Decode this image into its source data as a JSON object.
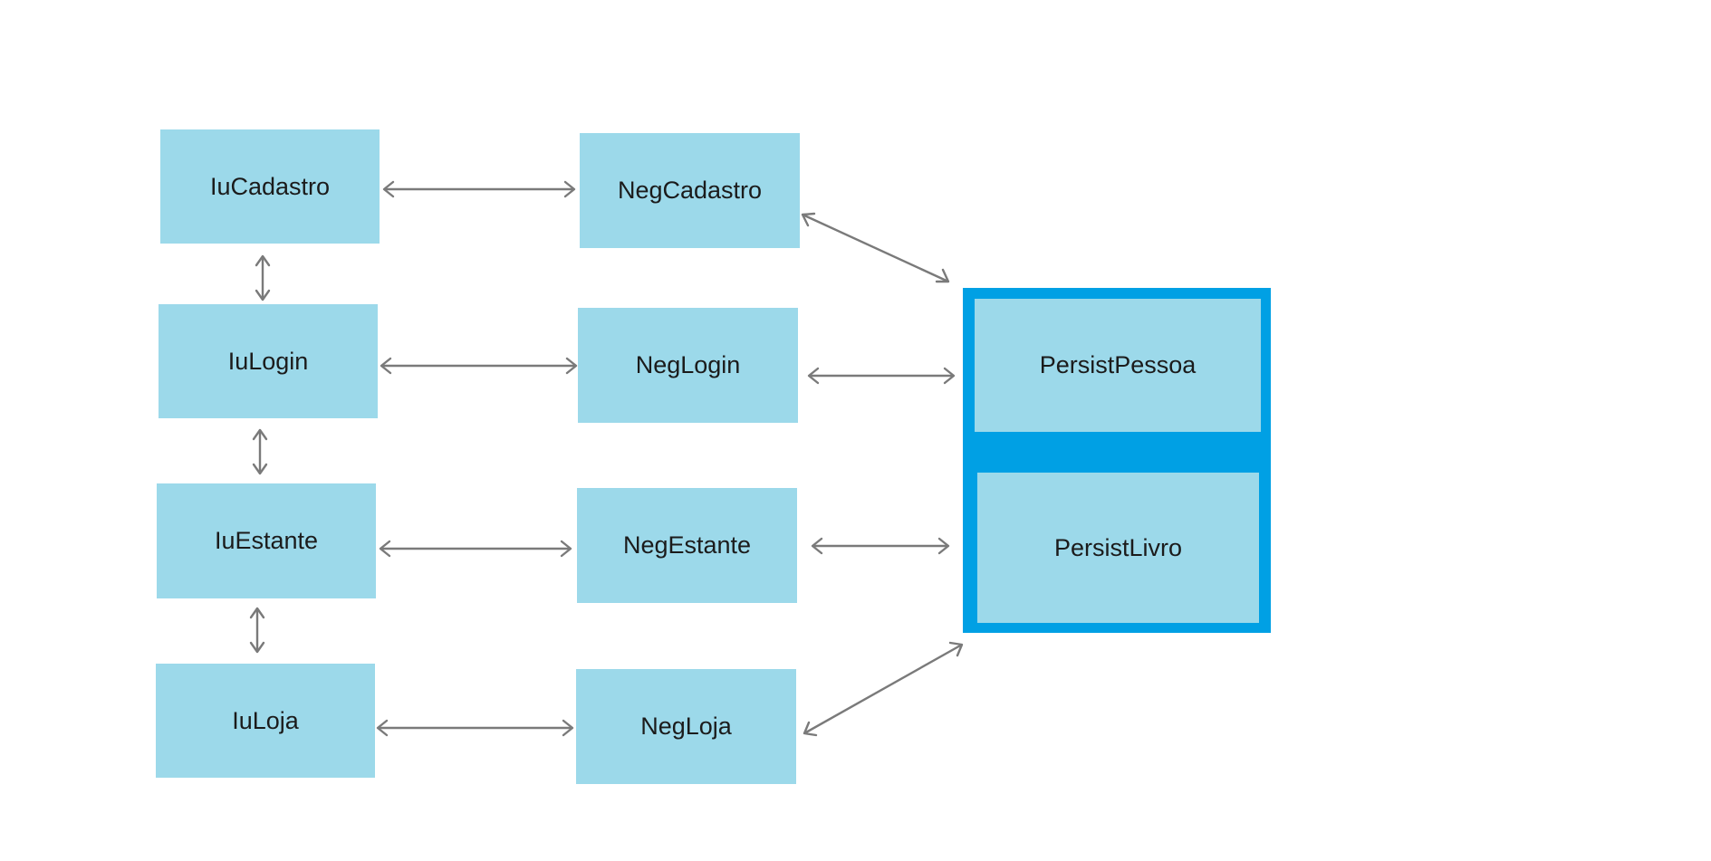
{
  "colors": {
    "box_fill": "#9cd9ea",
    "container_fill": "#00a0e4",
    "arrow": "#7a7a7a",
    "text": "#1b1b1b"
  },
  "interface_layer": {
    "cadastro": "IuCadastro",
    "login": "IuLogin",
    "estante": "IuEstante",
    "loja": "IuLoja"
  },
  "business_layer": {
    "cadastro": "NegCadastro",
    "login": "NegLogin",
    "estante": "NegEstante",
    "loja": "NegLoja"
  },
  "persistence_layer": {
    "pessoa": "PersistPessoa",
    "livro": "PersistLivro"
  }
}
